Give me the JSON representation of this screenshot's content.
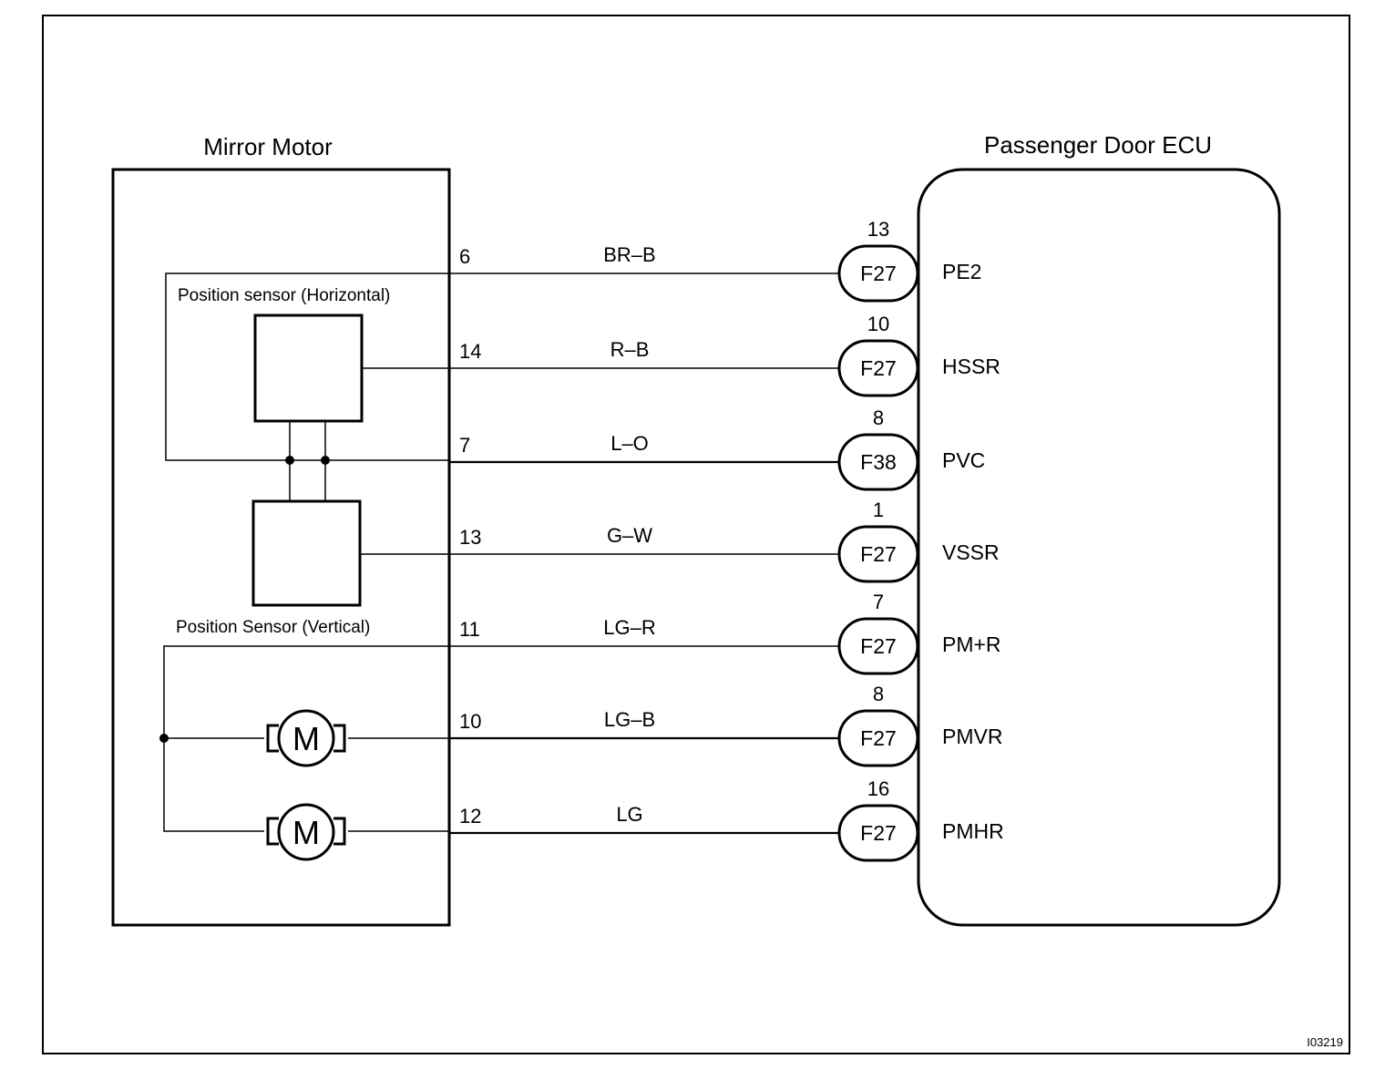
{
  "mirror_motor": {
    "title": "Mirror Motor",
    "horizontal_sensor_label": "Position sensor (Horizontal)",
    "vertical_sensor_label": "Position Sensor (Vertical)",
    "motor_symbol": "M"
  },
  "ecu": {
    "title": "Passenger Door ECU"
  },
  "wires": [
    {
      "pin": "6",
      "color": "BR–B",
      "conn_pin": "13",
      "connector": "F27",
      "signal": "PE2"
    },
    {
      "pin": "14",
      "color": "R–B",
      "conn_pin": "10",
      "connector": "F27",
      "signal": "HSSR"
    },
    {
      "pin": "7",
      "color": "L–O",
      "conn_pin": "8",
      "connector": "F38",
      "signal": "PVC"
    },
    {
      "pin": "13",
      "color": "G–W",
      "conn_pin": "1",
      "connector": "F27",
      "signal": "VSSR"
    },
    {
      "pin": "11",
      "color": "LG–R",
      "conn_pin": "7",
      "connector": "F27",
      "signal": "PM+R"
    },
    {
      "pin": "10",
      "color": "LG–B",
      "conn_pin": "8",
      "connector": "F27",
      "signal": "PMVR"
    },
    {
      "pin": "12",
      "color": "LG",
      "conn_pin": "16",
      "connector": "F27",
      "signal": "PMHR"
    }
  ],
  "figure_code": "I03219"
}
